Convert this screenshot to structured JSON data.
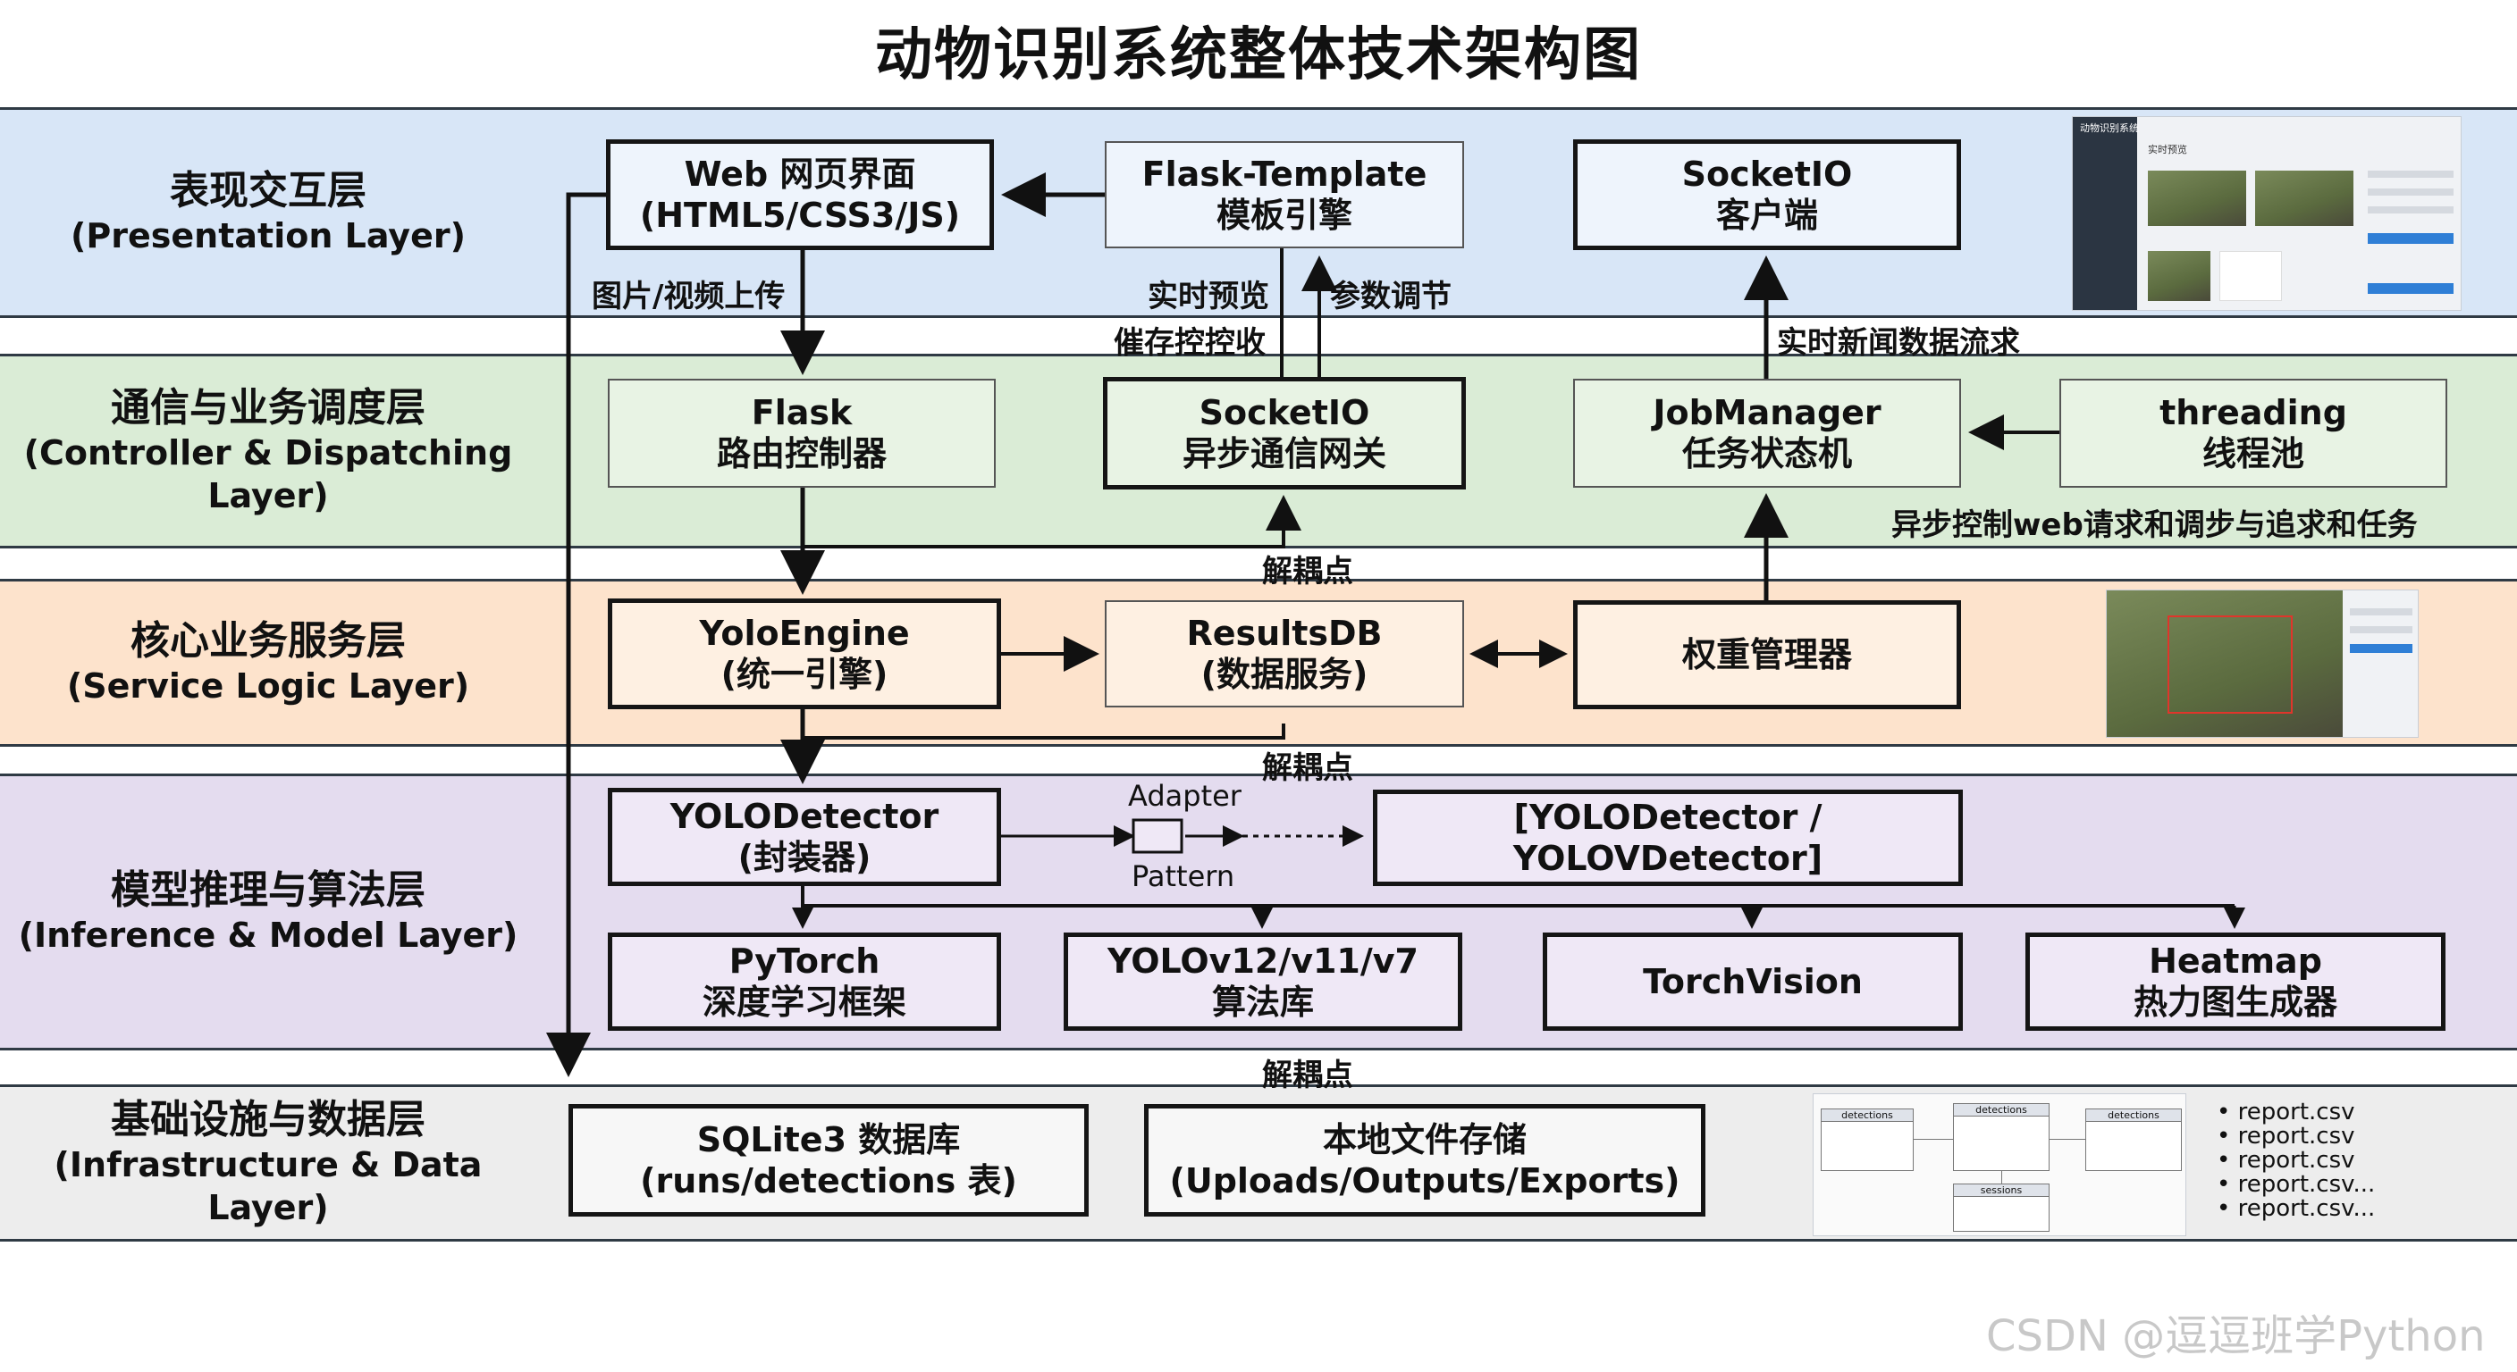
{
  "title": "动物识别系统整体技术架构图",
  "colors": {
    "presentation": "#d8e6f7",
    "controller": "#daecd6",
    "service": "#fde3cc",
    "inference": "#e4dcef",
    "infrastructure": "#ededed",
    "border": "#151515"
  },
  "layers": {
    "presentation": {
      "cn": "表现交互层",
      "en": "(Presentation Layer)"
    },
    "controller": {
      "cn": "通信与业务调度层",
      "en": "(Controller & Dispatching Layer)"
    },
    "service": {
      "cn": "核心业务服务层",
      "en": "(Service Logic Layer)"
    },
    "inference": {
      "cn": "模型推理与算法层",
      "en": "(Inference & Model Layer)"
    },
    "infrastructure": {
      "cn": "基础设施与数据层",
      "en": "(Infrastructure & Data Layer)"
    }
  },
  "boxes": {
    "web": {
      "l1": "Web 网页界面",
      "l2": "(HTML5/CSS3/JS)"
    },
    "template": {
      "l1": "Flask-Template",
      "l2": "模板引擎"
    },
    "socket_client": {
      "l1": "SocketIO",
      "l2": "客户端"
    },
    "flask": {
      "l1": "Flask",
      "l2": "路由控制器"
    },
    "socket_gateway": {
      "l1": "SocketIO",
      "l2": "异步通信网关"
    },
    "jobmanager": {
      "l1": "JobManager",
      "l2": "任务状态机"
    },
    "threading": {
      "l1": "threading",
      "l2": "线程池"
    },
    "yoloengine": {
      "l1": "YoloEngine",
      "l2": "(统一引擎)"
    },
    "resultsdb": {
      "l1": "ResultsDB",
      "l2": "(数据服务)"
    },
    "weights": {
      "l1": "权重管理器"
    },
    "detector": {
      "l1": "YOLODetector",
      "l2": "(封装器)"
    },
    "variants": {
      "l1": "[YOLODetector / YOLOVDetector]"
    },
    "pytorch": {
      "l1": "PyTorch",
      "l2": "深度学习框架"
    },
    "yolo_versions": {
      "l1": "YOLOv12/v11/v7",
      "l2": "算法库"
    },
    "torchvision": {
      "l1": "TorchVision"
    },
    "heatmap": {
      "l1": "Heatmap",
      "l2": "热力图生成器"
    },
    "sqlite": {
      "l1": "SQLite3 数据库",
      "l2": "(runs/detections 表)"
    },
    "files": {
      "l1": "本地文件存储",
      "l2": "(Uploads/Outputs/Exports)"
    }
  },
  "labels": {
    "upload": "图片/视频上传",
    "preview": "实时预览",
    "params": "参数调节",
    "cache": "催存控控收",
    "news_stream": "实时新闻数据流求",
    "async_note": "异步控制web请求和调步与追求和任务",
    "decouple_1": "解耦点",
    "decouple_2": "解耦点",
    "decouple_3": "解耦点",
    "adapter": "Adapter",
    "pattern": "Pattern"
  },
  "thumbnails": {
    "ui": {
      "app_name": "动物识别系统",
      "heading": "实时预览"
    },
    "er": {
      "t1": "detections",
      "t2": "detections",
      "t3": "detections",
      "t4": "sessions"
    }
  },
  "reports": [
    "report.csv",
    "report.csv",
    "report.csv",
    "report.csv...",
    "report.csv..."
  ],
  "watermark": "CSDN @逗逗班学Python"
}
